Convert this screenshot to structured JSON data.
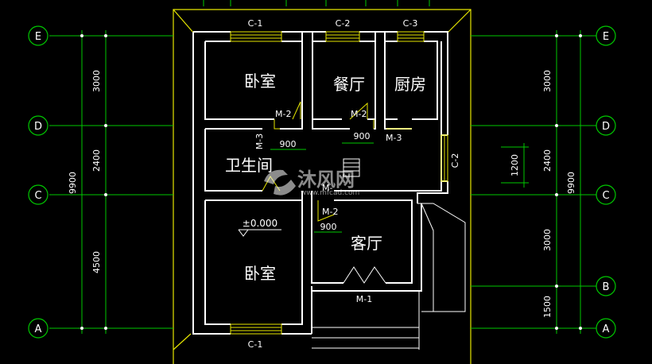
{
  "rooms": {
    "bedroom_top": "卧室",
    "dining": "餐厅",
    "kitchen": "厨房",
    "bathroom": "卫生间",
    "living": "客厅",
    "bedroom_bottom": "卧室"
  },
  "windows": {
    "c1_top": "C-1",
    "c2_top": "C-2",
    "c3_top": "C-3",
    "c1_bottom": "C-1",
    "c2_right": "C-2"
  },
  "doors": {
    "m2_a": "M-2",
    "m2_b": "M-2",
    "m3_a": "M-3",
    "m3_b": "M-3",
    "m2_c": "M-2",
    "m1": "M-1",
    "m_small": "M-"
  },
  "dims": {
    "d900_a": "900",
    "d900_b": "900",
    "d900_c": "900",
    "left_3000": "3000",
    "left_2400": "2400",
    "left_9900": "9900",
    "left_4500": "4500",
    "right_3000a": "3000",
    "right_2400": "2400",
    "right_9900": "9900",
    "right_3000b": "3000",
    "right_1500": "1500",
    "right_1200": "1200"
  },
  "elevation": "±0.000",
  "axes": {
    "left": [
      "E",
      "D",
      "C",
      "A"
    ],
    "right": [
      "E",
      "D",
      "C",
      "B",
      "A"
    ]
  },
  "watermark": {
    "text": "沐风网",
    "url": "www.mfcad.com"
  },
  "colors": {
    "wall": "#ffffff",
    "grid": "#00c800",
    "outline": "#e6e600",
    "window": "#e6e600"
  }
}
